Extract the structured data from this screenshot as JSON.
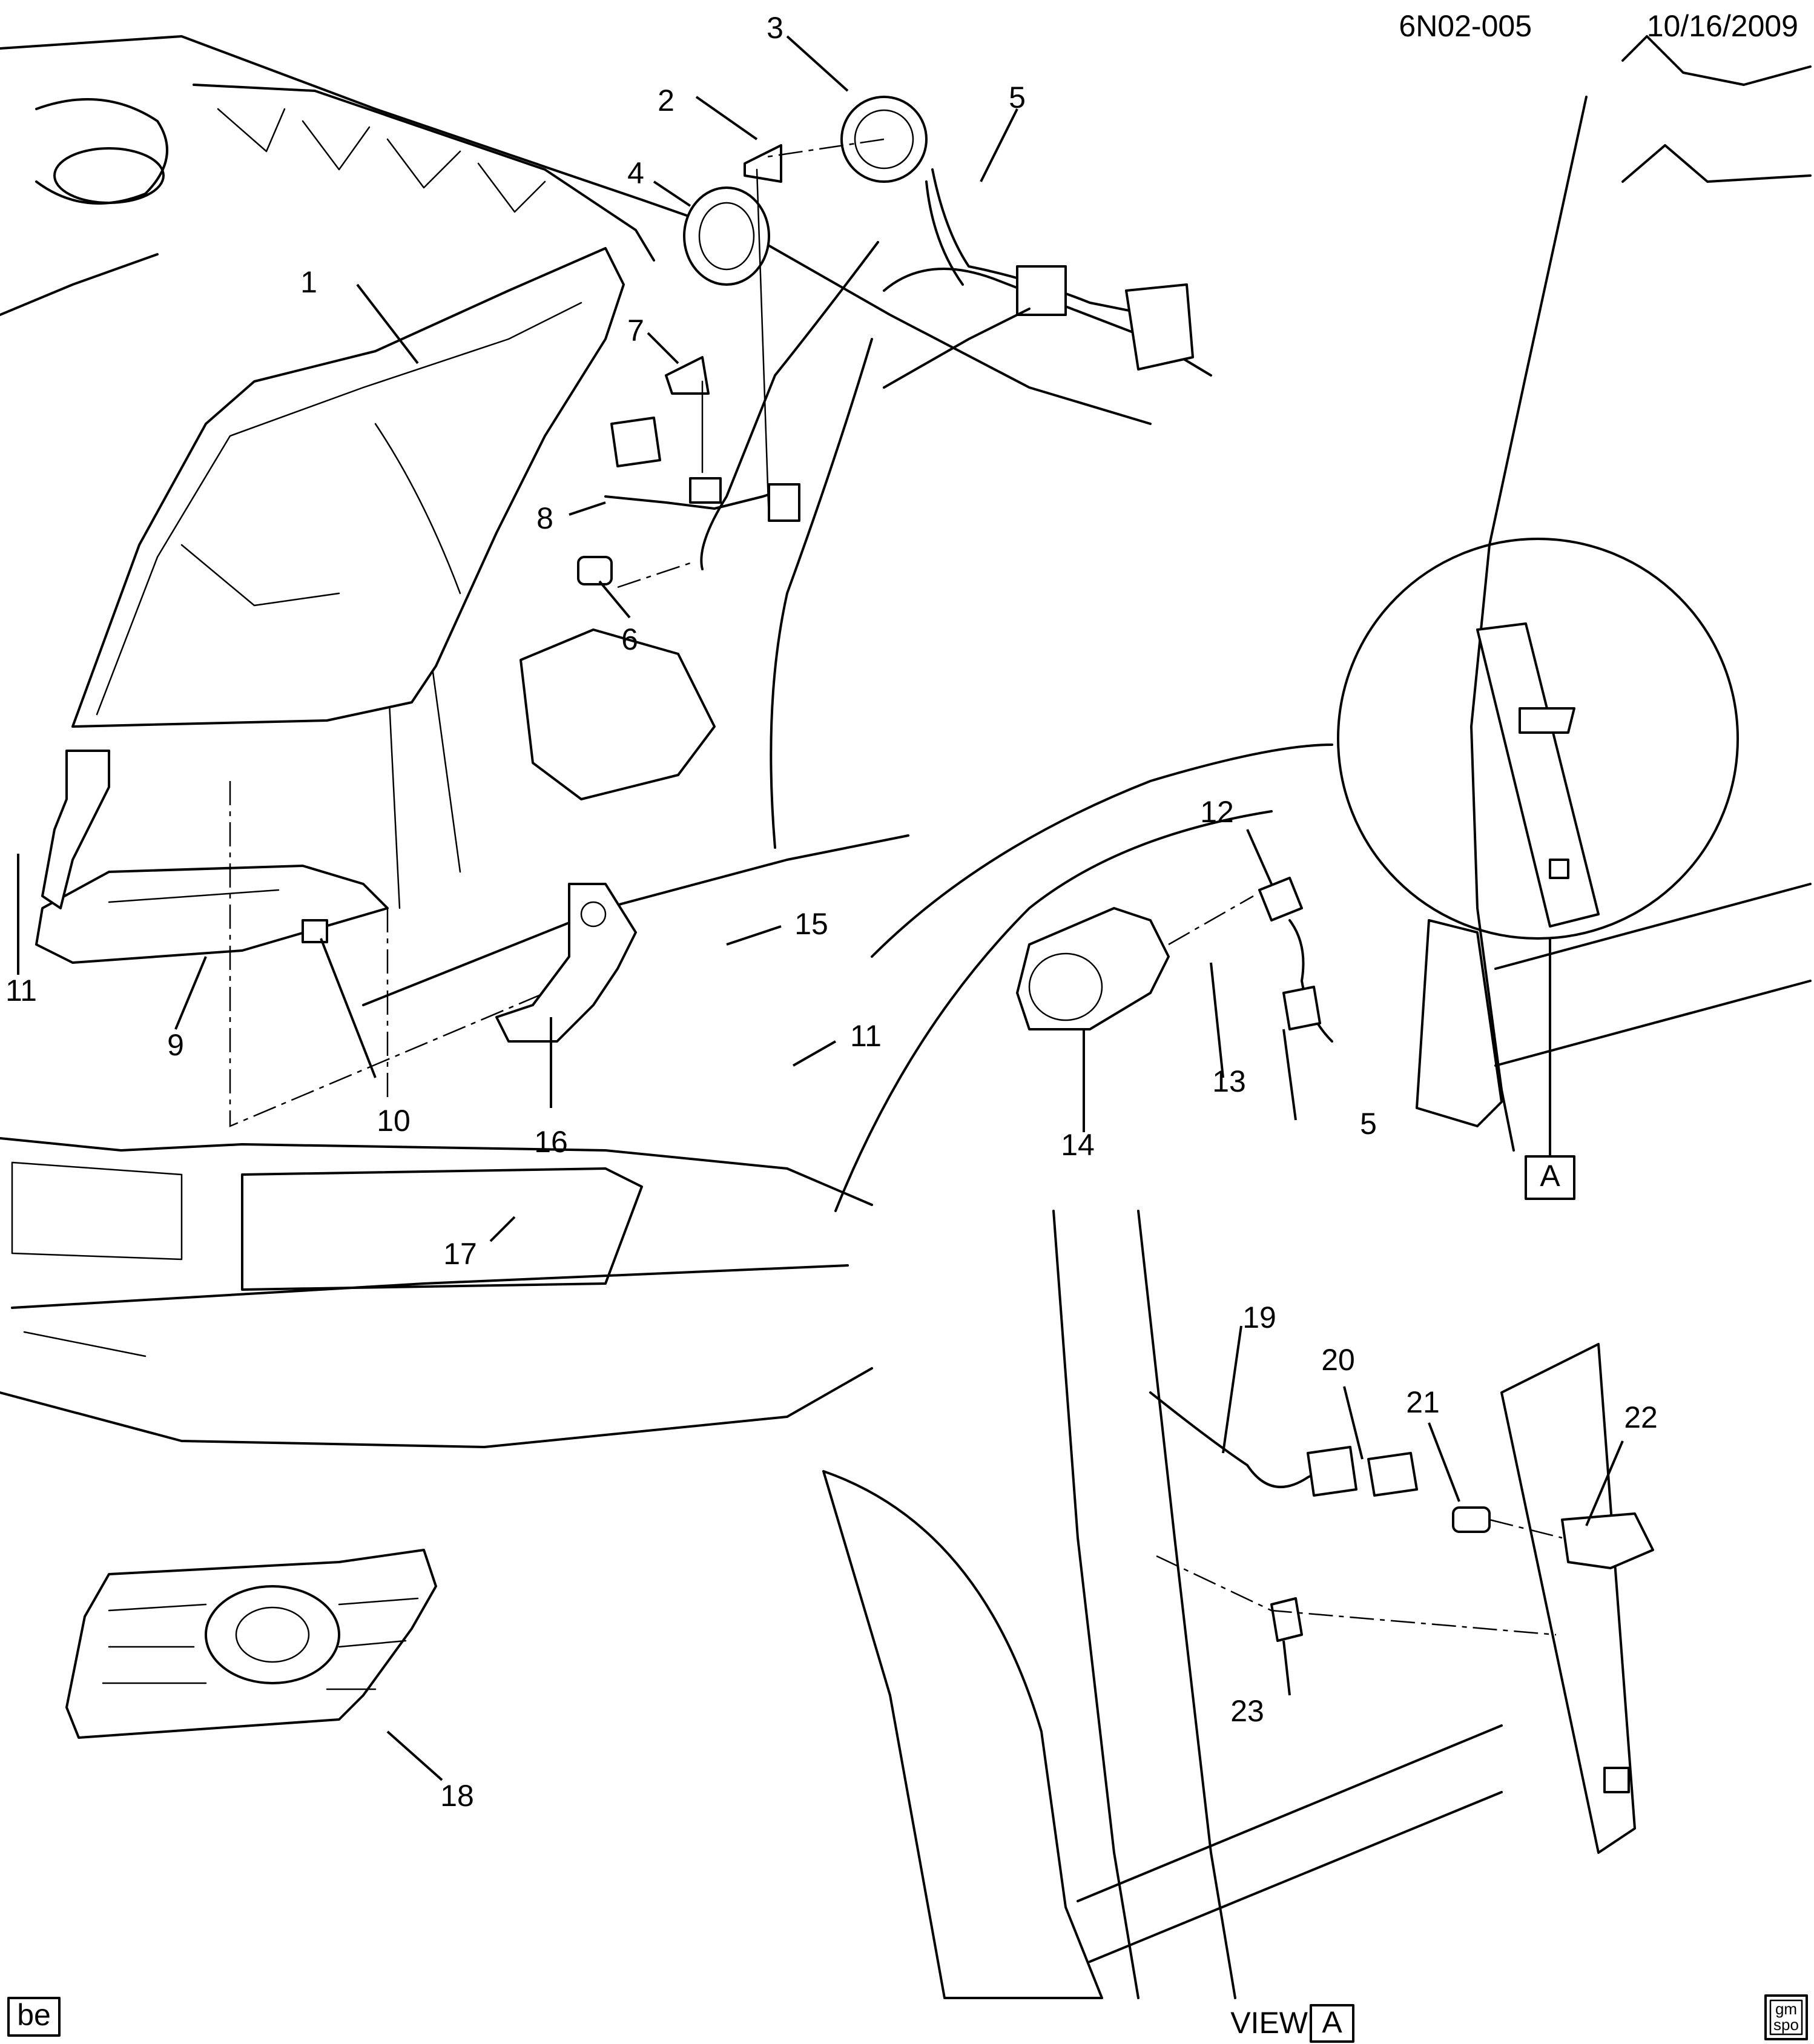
{
  "header": {
    "diagram_code": "6N02-005",
    "date": "10/16/2009"
  },
  "callouts": [
    "1",
    "2",
    "3",
    "4",
    "5",
    "6",
    "7",
    "8",
    "9",
    "10",
    "11",
    "12",
    "13",
    "14",
    "15",
    "16",
    "17",
    "18",
    "19",
    "20",
    "21",
    "22",
    "23"
  ],
  "view_box_letter": "A",
  "view_label": {
    "prefix": "VIEW",
    "letter": "A"
  },
  "corner_tag": "be",
  "logo_text": {
    "top": "gm",
    "bottom": "spo"
  }
}
